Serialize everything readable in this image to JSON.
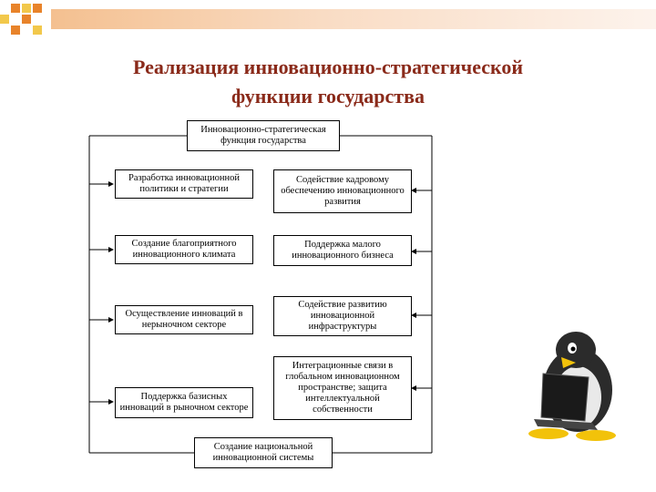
{
  "title": {
    "line1": "Реализация инновационно-стратегической",
    "line2": "функции государства"
  },
  "diagram": {
    "top_box": "Инновационно-стратегическая функция государства",
    "left_boxes": [
      "Разработка инновационной политики и стратегии",
      "Создание благоприятного инновационного климата",
      "Осуществление инноваций в нерыночном секторе",
      "Поддержка базисных инноваций в рыночном секторе"
    ],
    "right_boxes": [
      "Содействие кадровому обеспечению инновационного развития",
      "Поддержка малого инновационного бизнеса",
      "Содействие развитию инновационной инфраструктуры",
      "Интеграционные связи в глобальном инновационном пространстве; защита интеллектуальной собственности"
    ],
    "bottom_box": "Создание национальной инновационной системы"
  },
  "colors": {
    "title": "#8a2a1a",
    "accent_orange": "#e8832a",
    "accent_yellow": "#f2c84b"
  },
  "decoration": {
    "icon": "penguin-with-laptop-icon"
  }
}
